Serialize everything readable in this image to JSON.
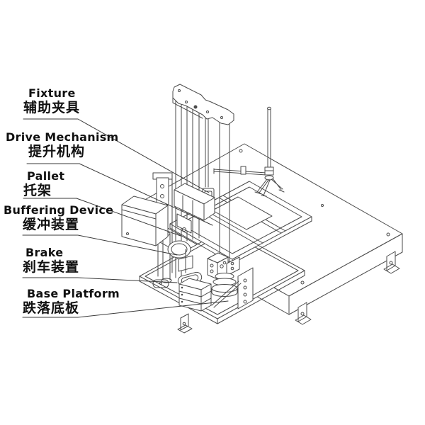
{
  "figure": {
    "kind": "isometric line drawing of a drop test machine",
    "colors": {
      "background": "#ffffff",
      "line": "#4a4a4a",
      "text": "#111111"
    }
  },
  "labels": [
    {
      "id": "fixture",
      "en": "Fixture",
      "zh": "辅助夹具"
    },
    {
      "id": "drive-mechanism",
      "en": "Drive Mechanism",
      "zh": "提升机构"
    },
    {
      "id": "pallet",
      "en": "Pallet",
      "zh": "托架"
    },
    {
      "id": "buffering-device",
      "en": "Buffering Device",
      "zh": "缓冲装置"
    },
    {
      "id": "brake",
      "en": "Brake",
      "zh": "刹车装置"
    },
    {
      "id": "base-platform",
      "en": "Base Platform",
      "zh": "跌落底板"
    }
  ]
}
